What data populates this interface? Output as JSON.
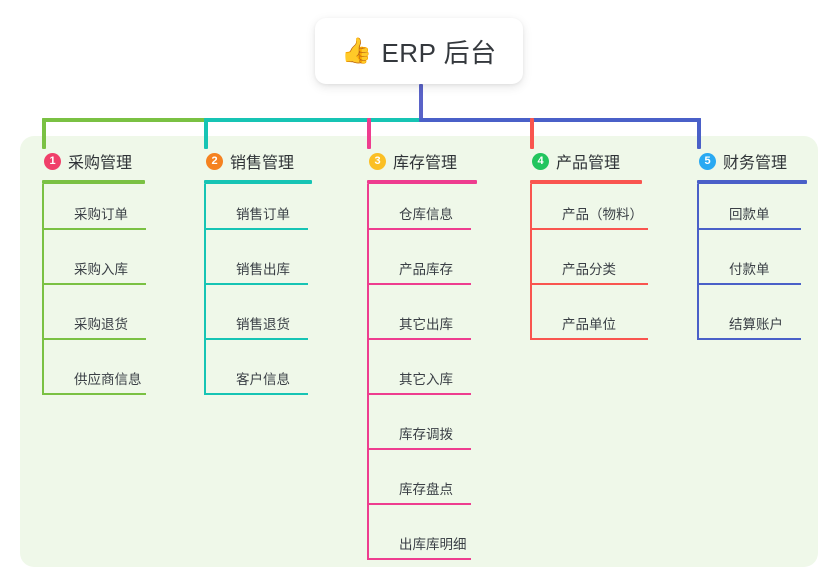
{
  "root": {
    "icon": "thumbs-up-icon",
    "icon_glyph": "👍",
    "title": "ERP 后台"
  },
  "theme": {
    "panel_bg": "#eff8e9",
    "page_bg": "#ffffff",
    "title_text": "#34383d",
    "item_text": "#3a3f45",
    "trunk_color": "#5a63c8"
  },
  "columns": [
    {
      "index": "1",
      "title": "采购管理",
      "badge_color": "#f0406a",
      "line_color": "#7ac143",
      "items": [
        {
          "label": "采购订单"
        },
        {
          "label": "采购入库"
        },
        {
          "label": "采购退货"
        },
        {
          "label": "供应商信息"
        }
      ]
    },
    {
      "index": "2",
      "title": "销售管理",
      "badge_color": "#f58220",
      "line_color": "#16c4b4",
      "items": [
        {
          "label": "销售订单"
        },
        {
          "label": "销售出库"
        },
        {
          "label": "销售退货"
        },
        {
          "label": "客户信息"
        }
      ]
    },
    {
      "index": "3",
      "title": "库存管理",
      "badge_color": "#fbbf24",
      "line_color": "#ee3d8f",
      "items": [
        {
          "label": "仓库信息"
        },
        {
          "label": "产品库存"
        },
        {
          "label": "其它出库"
        },
        {
          "label": "其它入库"
        },
        {
          "label": "库存调拨"
        },
        {
          "label": "库存盘点"
        },
        {
          "label": "出库库明细"
        }
      ]
    },
    {
      "index": "4",
      "title": "产品管理",
      "badge_color": "#22c55e",
      "line_color": "#f9554f",
      "items": [
        {
          "label": "产品（物料）"
        },
        {
          "label": "产品分类"
        },
        {
          "label": "产品单位"
        }
      ]
    },
    {
      "index": "5",
      "title": "财务管理",
      "badge_color": "#29a9f2",
      "line_color": "#4a60c8",
      "items": [
        {
          "label": "回款单"
        },
        {
          "label": "付款单"
        },
        {
          "label": "结算账户"
        }
      ]
    }
  ]
}
